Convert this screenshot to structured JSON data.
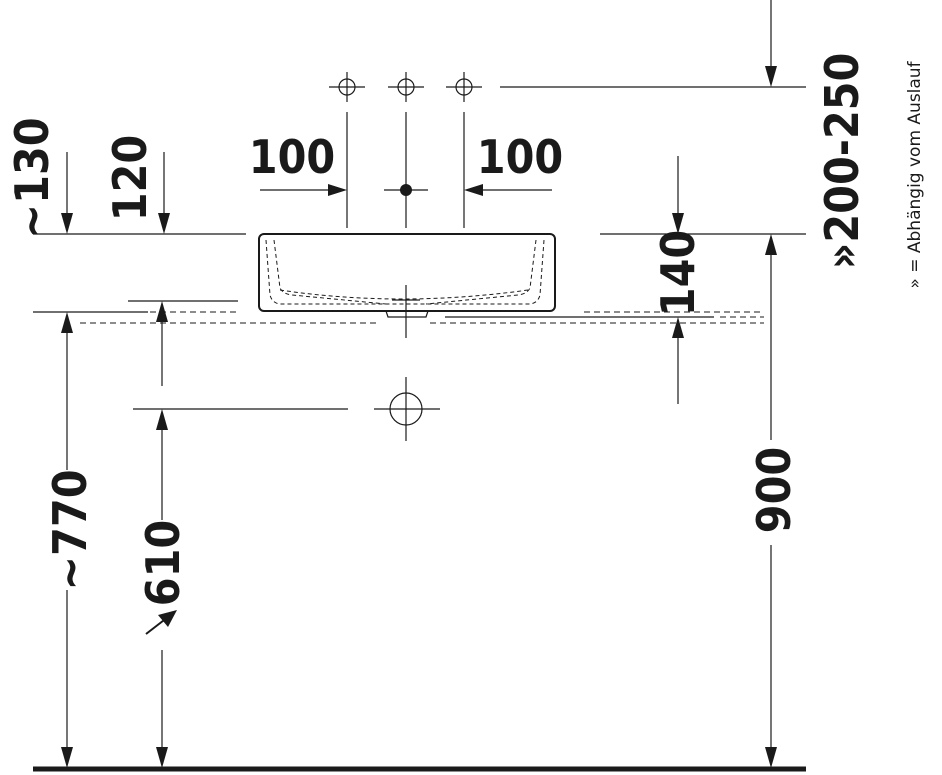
{
  "dimensions": {
    "tap_spacing_left": "100",
    "tap_spacing_right": "100",
    "tap_height": "»200-250",
    "bowl_height": "140",
    "overflow_depth": "~130",
    "rim_to_tap": "120",
    "rim_height": "~770",
    "waste_height": "610",
    "counter_height": "900"
  },
  "note": "» = Abhängig vom Auslauf"
}
